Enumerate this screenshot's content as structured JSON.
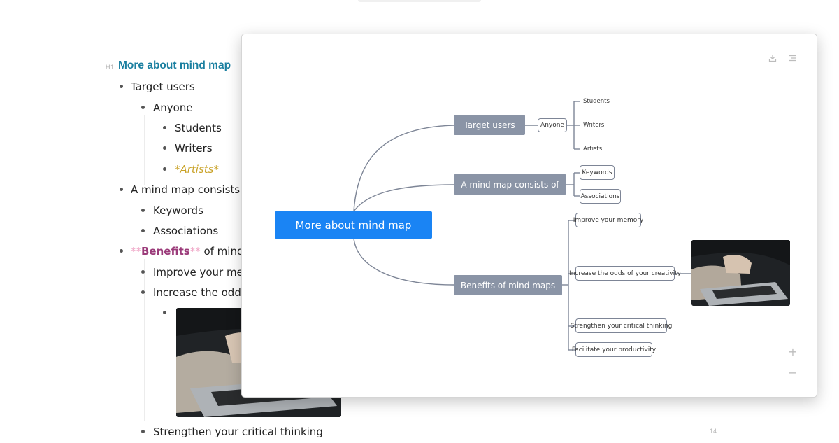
{
  "document": {
    "heading_level": "H1",
    "heading": "More about mind map",
    "page_number": "14",
    "lines": {
      "target_users": "Target users",
      "anyone": "Anyone",
      "students": "Students",
      "writers": "Writers",
      "artists": "*Artists*",
      "consists": "A mind map consists of",
      "keywords": "Keywords",
      "associations": "Associations",
      "benefits_prefix": "**",
      "benefits_word": "Benefits",
      "benefits_suffix": "**",
      "benefits_rest": " of mind m",
      "memory": "Improve your mem",
      "odds": "Increase the odds o",
      "critical": "Strengthen your critical thinking"
    }
  },
  "mindmap": {
    "root": "More about mind map",
    "branches": {
      "target_users": "Target users",
      "consists": "A mind map consists of",
      "benefits": "Benefits of mind maps"
    },
    "anyone": "Anyone",
    "leaves": {
      "students": "Students",
      "writers": "Writers",
      "artists": "Artists"
    },
    "keywords": "Keywords",
    "associations": "Associations",
    "benefit_items": {
      "memory": "Improve your memory",
      "creativity": "Increase the odds of your creativity",
      "critical": "Strengthen your critical thinking",
      "productivity": "Facilitate your productivity"
    },
    "toolbar": {
      "download_icon": "download-icon",
      "outline_icon": "list-icon",
      "zoom_in": "+",
      "zoom_out": "−"
    },
    "colors": {
      "root": "#1a84f4",
      "branch": "#8a94a6",
      "heading": "#1a7fa0",
      "artists": "#c9a227",
      "benefits": "#9b3b7a"
    }
  }
}
